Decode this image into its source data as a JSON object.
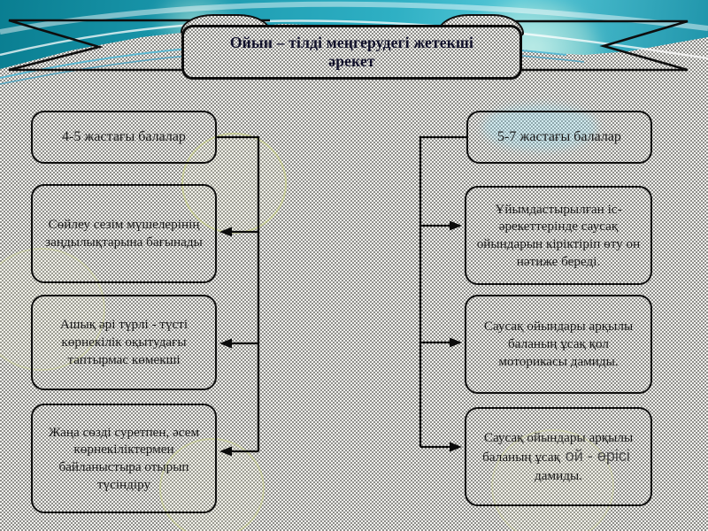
{
  "slide": {
    "title": "Ойын – тілді меңгерудегі жетекші әрекет"
  },
  "left_column": {
    "header": "4-5 жастағы балалар",
    "items": [
      "Сөйлеу сезім мүшелерінің заңдылықтарына бағынады",
      "Ашық әрі түрлі - түсті көрнекілік оқытудағы таптырмас көмекші",
      "Жаңа сөзді суретпен, әсем көрнекіліктермен байланыстыра отырып түсіндіру"
    ]
  },
  "right_column": {
    "header": "5-7 жастағы балалар",
    "items": [
      "Ұйымдастырылған іс-әрекеттерінде саусақ ойындарын кіріктіріп өту он нәтиже береді.",
      "Саусақ ойындары арқылы баланың ұсақ қол моторикасы дамиды."
    ],
    "item3": {
      "main": "Саусақ ойындары арқылы баланың ұсақ",
      "accent": "ой - өрісі",
      "tail": "дамиды."
    }
  },
  "colors": {
    "teal_dark": "#0a7e91",
    "teal_light": "#56c8d8",
    "outline": "#0d0d0d",
    "hatch_dark": "#8d8d89",
    "hatch_light": "#f1f1ee",
    "watermark_yellow": "#c8d45a",
    "swoosh_white": "#ffffff",
    "swoosh_blue": "#49b7d6"
  }
}
